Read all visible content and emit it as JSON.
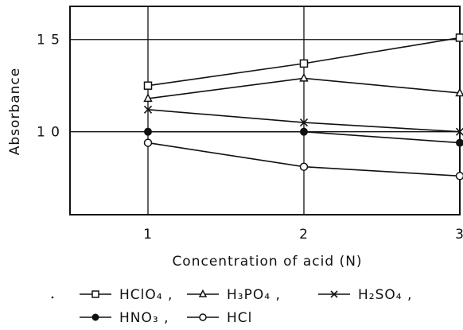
{
  "chart_data": {
    "type": "line",
    "title": "",
    "xlabel": "Concentration of acid  (N)",
    "ylabel": "Absorbance",
    "x": [
      1,
      2,
      3
    ],
    "xlim": [
      0.5,
      3
    ],
    "ylim": [
      5.5,
      16.8
    ],
    "xticks": [
      "1",
      "2",
      "3"
    ],
    "yticks": [
      {
        "value": 15,
        "label": "1 5"
      },
      {
        "value": 10,
        "label": "1 0"
      }
    ],
    "grid": true,
    "legend_placement": "bottom",
    "series": [
      {
        "name": "HClO₄",
        "marker": "open-square",
        "values": [
          12.5,
          13.7,
          15.1
        ]
      },
      {
        "name": "H₃PO₄",
        "marker": "open-triangle",
        "values": [
          11.8,
          12.9,
          12.1
        ]
      },
      {
        "name": "H₂SO₄",
        "marker": "cross",
        "values": [
          11.2,
          10.5,
          10.0
        ]
      },
      {
        "name": "HNO₃",
        "marker": "filled-circle",
        "values": [
          10.0,
          10.0,
          9.4
        ]
      },
      {
        "name": "HCl",
        "marker": "open-circle",
        "values": [
          9.4,
          8.1,
          7.6
        ]
      }
    ]
  }
}
